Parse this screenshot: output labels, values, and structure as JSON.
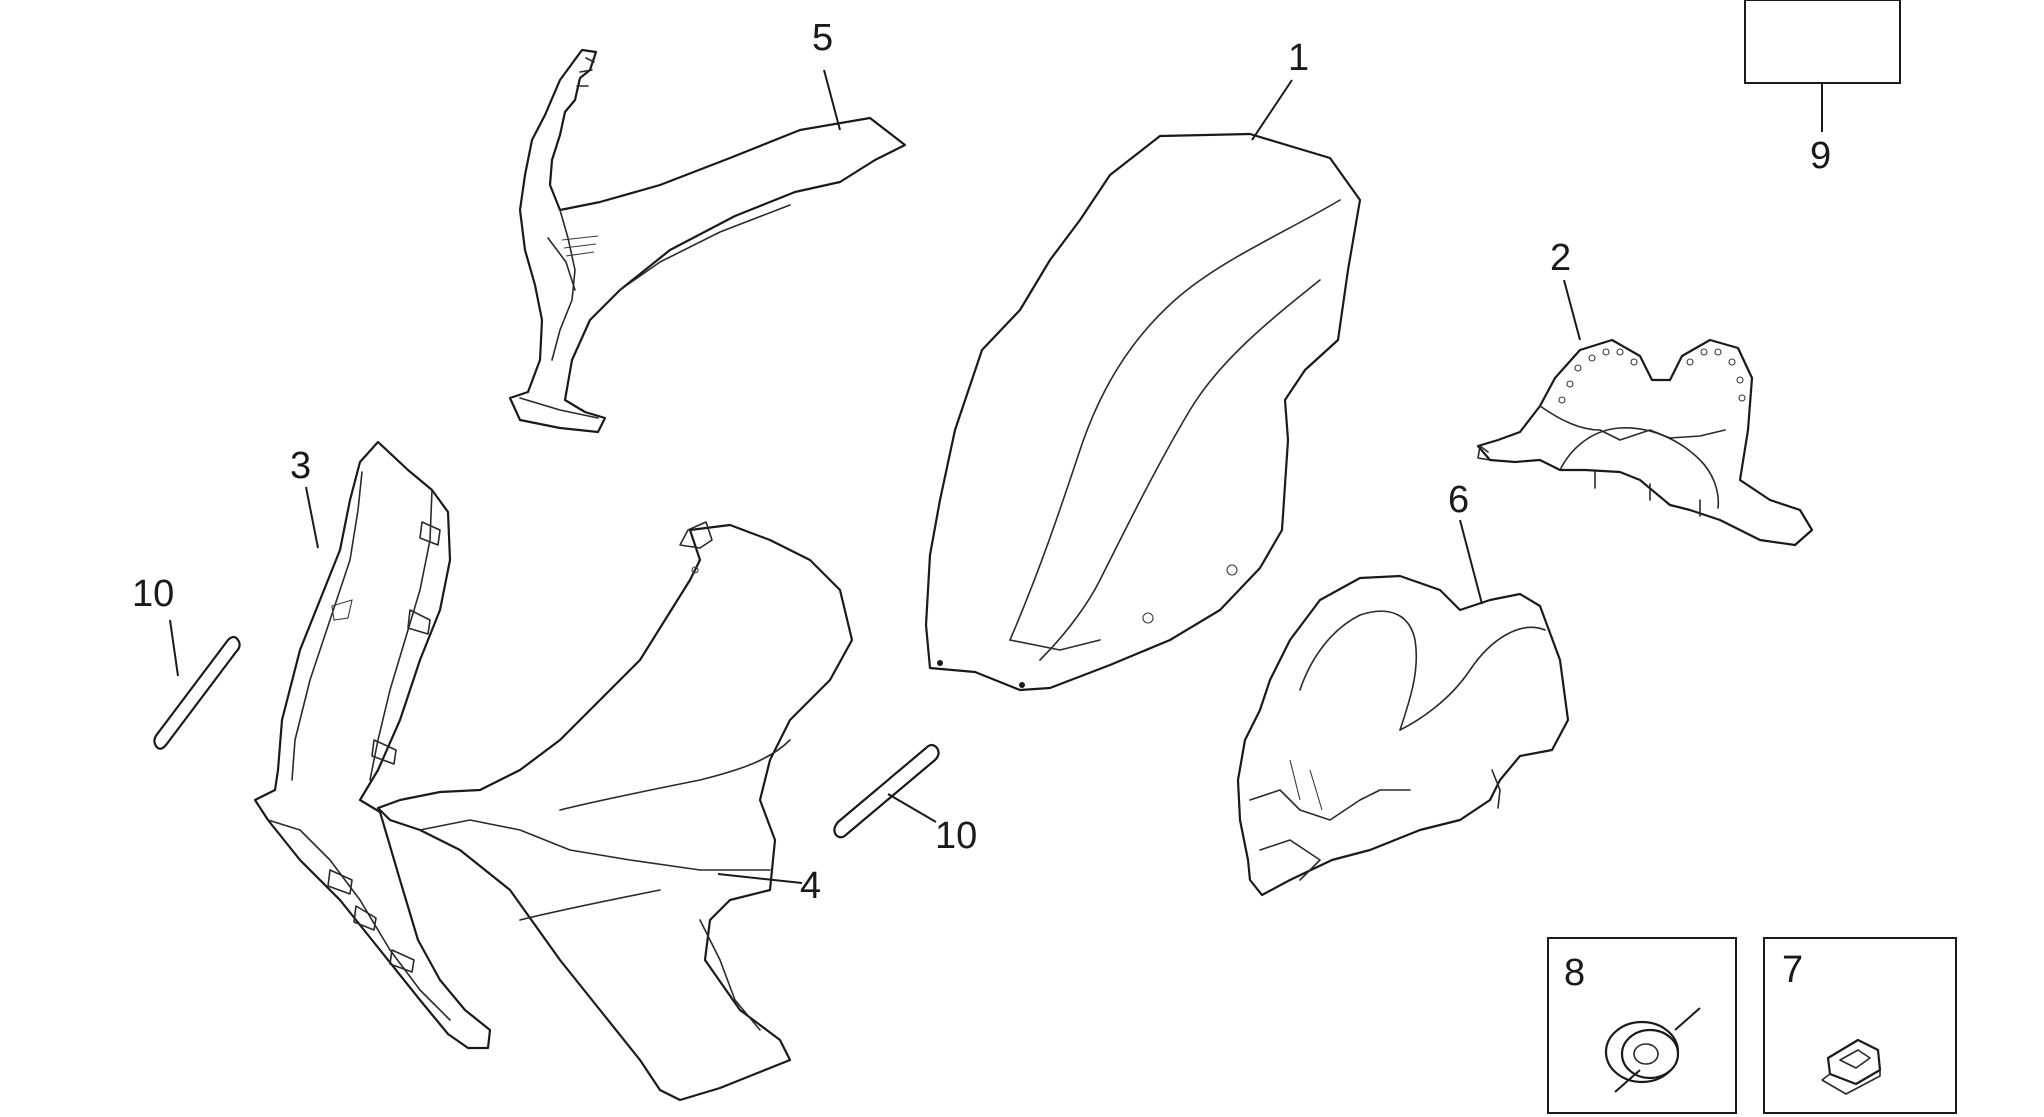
{
  "callouts": {
    "c1": "1",
    "c2": "2",
    "c3": "3",
    "c4": "4",
    "c5": "5",
    "c6": "6",
    "c7": "7",
    "c8": "8",
    "c9": "9",
    "c10a": "10",
    "c10b": "10"
  }
}
